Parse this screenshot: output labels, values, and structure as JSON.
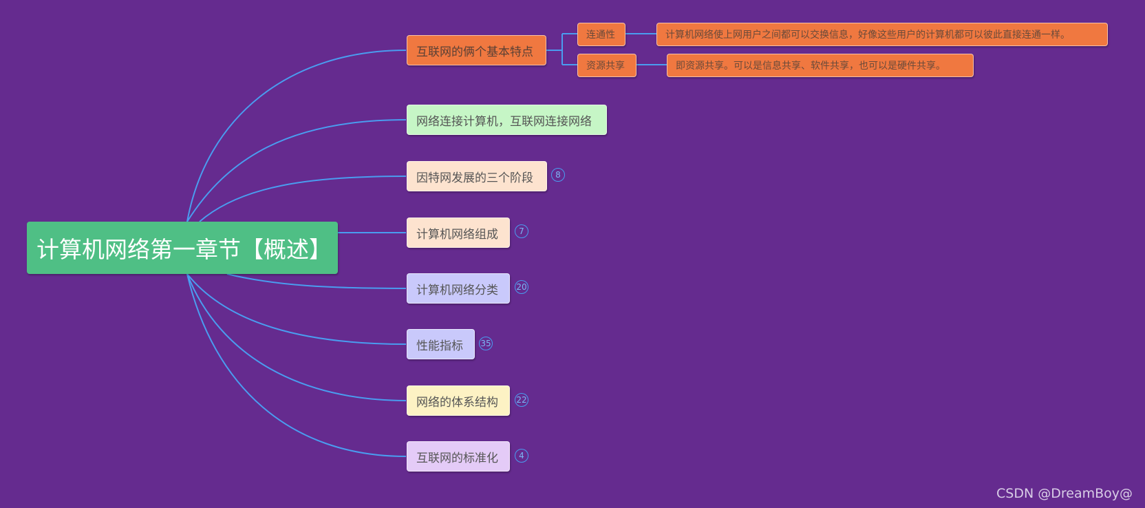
{
  "root": {
    "label": "计算机网络第一章节【概述】"
  },
  "branches": [
    {
      "label": "互联网的俩个基本特点",
      "badge": ""
    },
    {
      "label": "网络连接计算机，互联网连接网络",
      "badge": ""
    },
    {
      "label": "因特网发展的三个阶段",
      "badge": "8"
    },
    {
      "label": "计算机网络组成",
      "badge": "7"
    },
    {
      "label": "计算机网络分类",
      "badge": "20"
    },
    {
      "label": "性能指标",
      "badge": "35"
    },
    {
      "label": "网络的体系结构",
      "badge": "22"
    },
    {
      "label": "互联网的标准化",
      "badge": "4"
    }
  ],
  "features": [
    {
      "label": "连通性",
      "detail": "计算机网络使上网用户之间都可以交换信息，好像这些用户的计算机都可以彼此直接连通一样。"
    },
    {
      "label": "资源共享",
      "detail": "即资源共享。可以是信息共享、软件共享，也可以是硬件共享。"
    }
  ],
  "colors": {
    "background": "#652b8f",
    "connector": "#4a9df0",
    "root": "#4fbf85",
    "orange": "#f07840",
    "green": "#c6f6c6",
    "peach": "#fde3cf",
    "lavender": "#c9c9fb",
    "yellow": "#fdf2c4",
    "lilac": "#e4cbf7"
  },
  "watermark": "CSDN @DreamBoy@"
}
